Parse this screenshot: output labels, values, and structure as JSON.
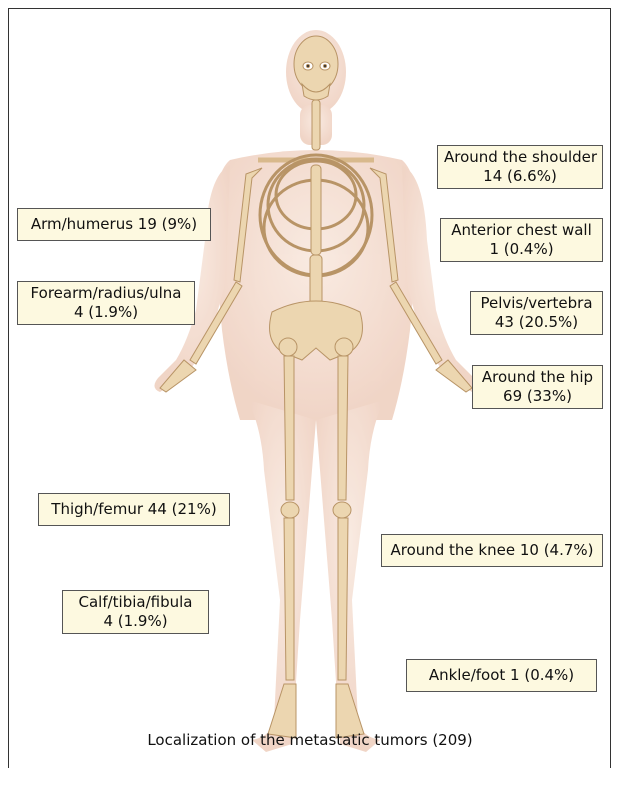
{
  "labels": {
    "shoulder": {
      "line1": "Around the shoulder",
      "line2": "14 (6.6%)"
    },
    "arm": {
      "line1": "Arm/humerus 19 (9%)"
    },
    "chest": {
      "line1": "Anterior chest wall",
      "line2": "1 (0.4%)"
    },
    "forearm": {
      "line1": "Forearm/radius/ulna",
      "line2": "4 (1.9%)"
    },
    "pelvis": {
      "line1": "Pelvis/vertebra",
      "line2": "43 (20.5%)"
    },
    "hip": {
      "line1": "Around the hip",
      "line2": "69 (33%)"
    },
    "thigh": {
      "line1": "Thigh/femur 44 (21%)"
    },
    "knee": {
      "line1": "Around the knee 10 (4.7%)"
    },
    "calf": {
      "line1": "Calf/tibia/fibula",
      "line2": "4 (1.9%)"
    },
    "ankle": {
      "line1": "Ankle/foot 1 (0.4%)"
    }
  },
  "caption": "Localization of the metastatic tumors (209)",
  "colors": {
    "skin": "#f3d9cc",
    "bone": "#e8cfa6",
    "bone_dark": "#c9a878",
    "label_bg": "#fdf9e0"
  }
}
